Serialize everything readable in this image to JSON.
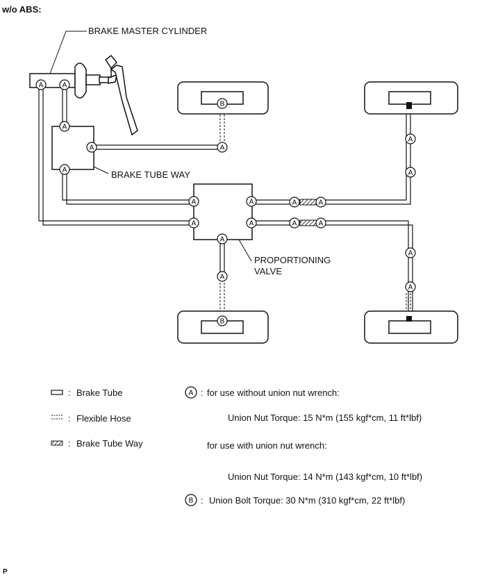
{
  "heading": "w/o ABS:",
  "callouts": {
    "master_cylinder": "BRAKE MASTER CYLINDER",
    "tube_way": "BRAKE TUBE WAY",
    "valve_line1": "PROPORTIONING",
    "valve_line2": "VALVE"
  },
  "markers": {
    "a": "A",
    "b": "B"
  },
  "legend": {
    "brake_tube": "Brake Tube",
    "flexible_hose": "Flexible Hose",
    "brake_tube_way": "Brake Tube Way",
    "separator": ":"
  },
  "specs": {
    "a_colon": ":",
    "a_title": "for use without union nut wrench:",
    "a_line1": "Union Nut   Torque: 15 N*m (155 kgf*cm, 11 ft*lbf)",
    "a_title2": "for use with union nut wrench:",
    "a_line2": "Union Nut   Torque: 14 N*m (143 kgf*cm, 10 ft*lbf)",
    "b_colon": ":",
    "b_line": "Union Bolt   Torque: 30 N*m (310 kgf*cm, 22 ft*lbf)"
  },
  "footer": "P"
}
